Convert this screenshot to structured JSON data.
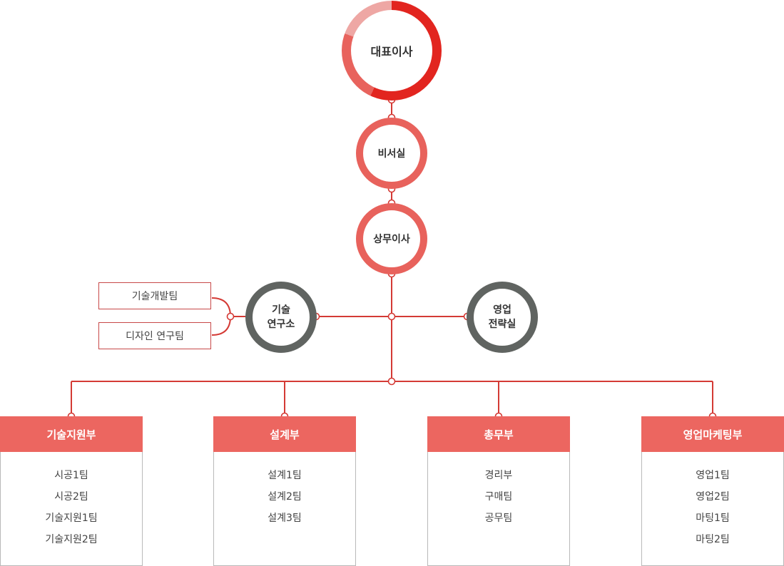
{
  "ceo": "대표이사",
  "secretary": "비서실",
  "managing_director": "상무이사",
  "research_center": "기술\n연구소",
  "sales_strategy": "영업\n전략실",
  "research_teams": [
    "기술개발팀",
    "디자인 연구팀"
  ],
  "departments": [
    {
      "name": "기술지원부",
      "teams": [
        "시공1팀",
        "시공2팀",
        "기술지원1팀",
        "기술지원2팀"
      ]
    },
    {
      "name": "설계부",
      "teams": [
        "설계1팀",
        "설계2팀",
        "설계3팀"
      ]
    },
    {
      "name": "총무부",
      "teams": [
        "경리부",
        "구매팀",
        "공무팀"
      ]
    },
    {
      "name": "영업마케팅부",
      "teams": [
        "영업1팀",
        "영업2팀",
        "마팅1팀",
        "마팅2팀"
      ]
    }
  ],
  "colors": {
    "accent": "#e2251f",
    "ring": "#e8625c",
    "gray_ring": "#606461",
    "line": "#d43a35",
    "dept_header": "#ec6660"
  }
}
